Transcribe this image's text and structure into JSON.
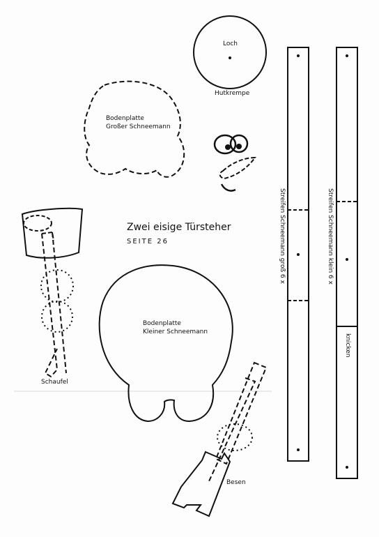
{
  "title": "Zwei eisige Türsteher",
  "subtitle": "SEITE 26",
  "labels": {
    "loch": "Loch",
    "hutkrempe": "Hutkrempe",
    "bodenplatte_gross_1": "Bodenplatte",
    "bodenplatte_gross_2": "Großer Schneemann",
    "bodenplatte_klein_1": "Bodenplatte",
    "bodenplatte_klein_2": "Kleiner Schneemann",
    "schaufel": "Schaufel",
    "besen": "Besen",
    "streifen_gross": "Streifen Schneemann groß 6 x",
    "streifen_klein": "Streifen Schneemann klein 6 x",
    "knicken": "knicken"
  }
}
